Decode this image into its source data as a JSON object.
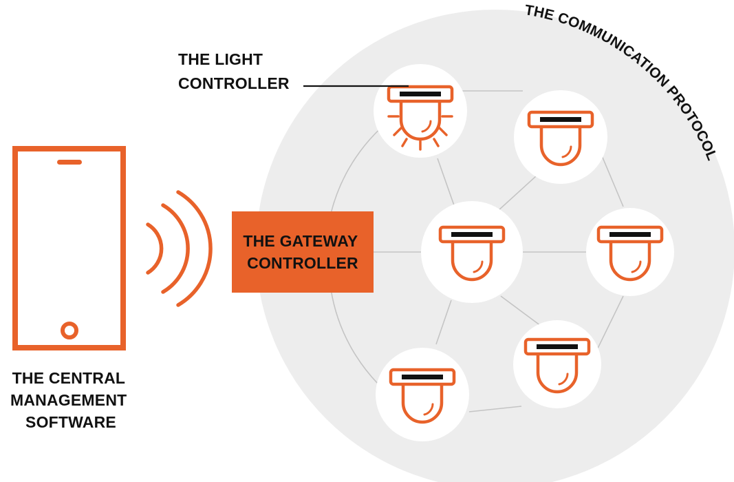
{
  "colors": {
    "accent": "#E8622A",
    "protocol_circle": "#EDEDED",
    "node_fill": "#FFFFFF",
    "link_line": "#C4C4C4",
    "label_text": "#111111",
    "gateway_text": "#111111",
    "lamp_bar": "#111111"
  },
  "labels": {
    "protocol": "THE COMMUNICATION PROTOCOL",
    "light_controller": [
      "THE LIGHT",
      "CONTROLLER"
    ],
    "gateway_controller": [
      "THE GATEWAY",
      "CONTROLLER"
    ],
    "central_software": [
      "THE CENTRAL",
      "MANAGEMENT",
      "SOFTWARE"
    ]
  },
  "icons": {
    "phone": "smartphone-icon",
    "signal": "wireless-signal-icon",
    "lamp": "ceiling-lamp-icon",
    "lamp_active": "lamp-lit-icon"
  },
  "nodes": [
    {
      "id": "light-top-left",
      "lit": true
    },
    {
      "id": "light-top-right",
      "lit": false
    },
    {
      "id": "light-center",
      "lit": false
    },
    {
      "id": "light-right",
      "lit": false
    },
    {
      "id": "light-bottom-right",
      "lit": false
    },
    {
      "id": "light-bottom-left",
      "lit": false
    }
  ]
}
